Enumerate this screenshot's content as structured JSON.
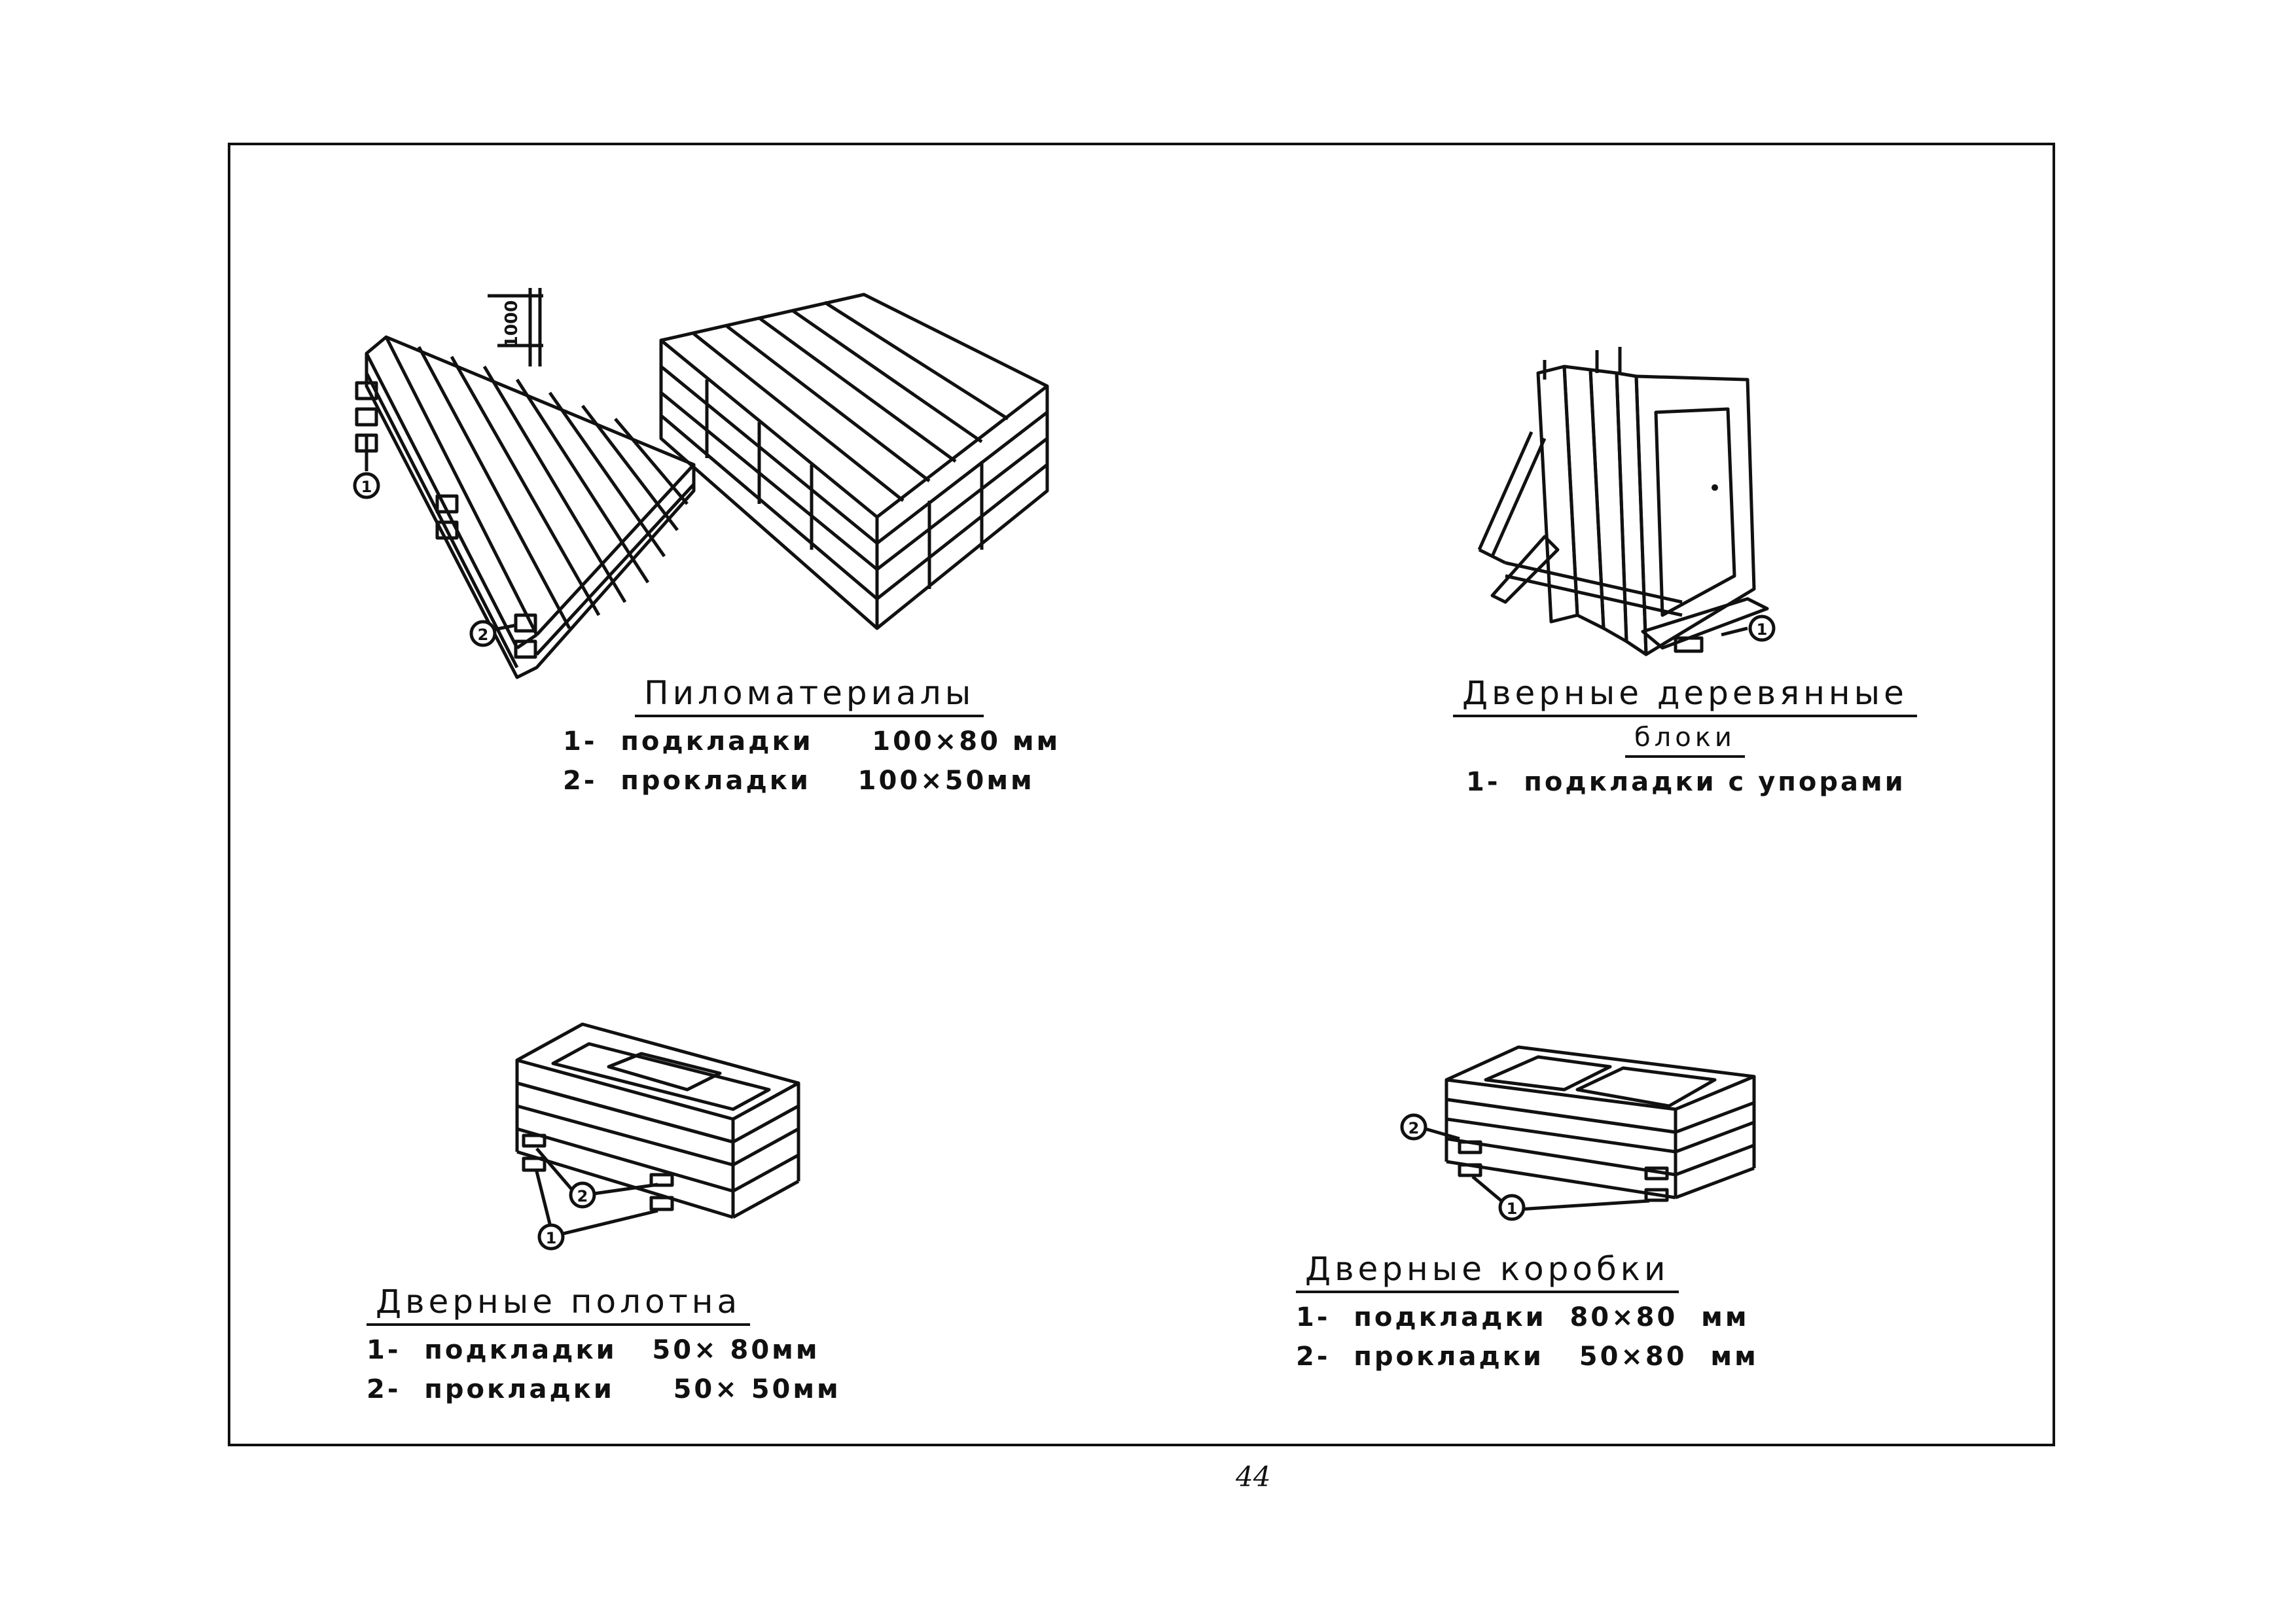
{
  "page_number": "44",
  "lumber": {
    "title": "Пиломатериалы",
    "lines": [
      "1-  подкладки     100×80 мм",
      "2-  прокладки    100×50мм"
    ],
    "dimension": "1000",
    "marker_1": "1",
    "marker_2": "2"
  },
  "door_blocks": {
    "title_line1": "Дверные деревянные",
    "title_line2": "блоки",
    "lines": [
      "1-  подкладки с упорами"
    ],
    "marker_1": "1"
  },
  "door_leaves": {
    "title": "Дверные    полотна",
    "lines": [
      "1-  подкладки   50× 80мм",
      "2-  прокладки     50× 50мм"
    ],
    "marker_1": "1",
    "marker_2": "2"
  },
  "door_frames": {
    "title": "Дверные    коробки",
    "lines": [
      "1-  подкладки  80×80  мм",
      "2-  прокладки   50×80  мм"
    ],
    "marker_1": "1",
    "marker_2": "2"
  }
}
